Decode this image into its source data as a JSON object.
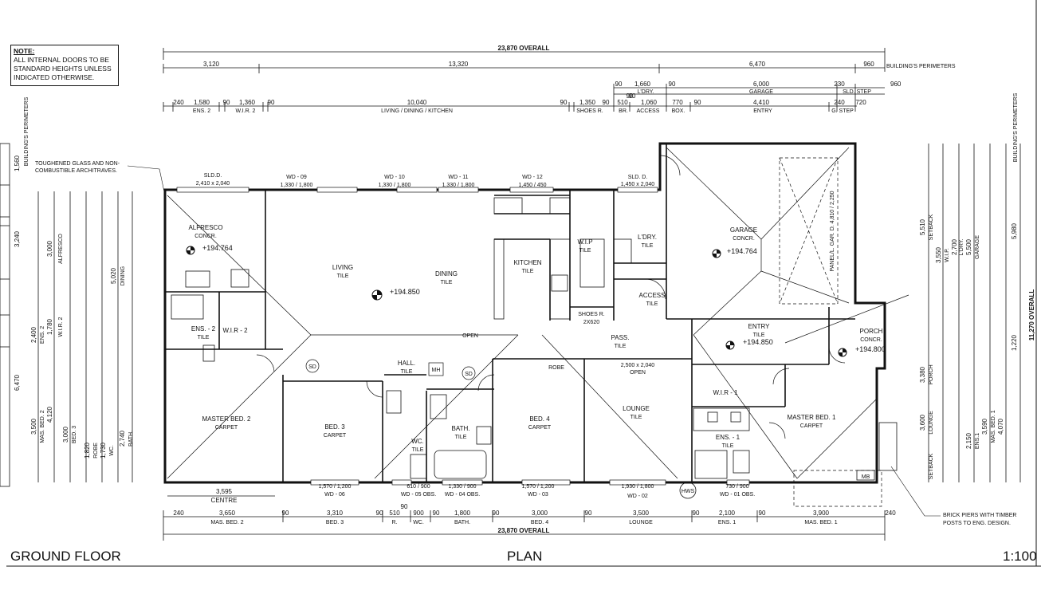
{
  "note": {
    "heading": "NOTE:",
    "lines": [
      "ALL INTERNAL DOORS TO BE",
      "STANDARD HEIGHTS UNLESS",
      "INDICATED OTHERWISE."
    ]
  },
  "title_block": {
    "left": "GROUND FLOOR",
    "center": "PLAN",
    "right": "1:100"
  },
  "top_dims": {
    "overall": "23,870 OVERALL",
    "row1": [
      "3,120",
      "13,320",
      "6,470",
      "960"
    ],
    "row1_tail": "BUILDING'S PERIMETERS",
    "row2": [
      "90",
      "1,660",
      "90",
      "6,000",
      "230",
      "960"
    ],
    "row2_sub": [
      "L'DRY.",
      "90",
      "GARAGE",
      "SLD. STEP"
    ],
    "row3": [
      "240",
      "1,580",
      "90",
      "1,360",
      "90",
      "10,040",
      "90",
      "1,350",
      "90",
      "510",
      "90",
      "1,060",
      "770",
      "90",
      "4,410",
      "240",
      "720"
    ],
    "row3_sub": [
      "ENS. 2",
      "W.I.R. 2",
      "LIVING / DINING / KITCHEN",
      "SHOES R.",
      "BR.",
      "ACCESS",
      "BOX.",
      "ENTRY",
      "G. STEP"
    ]
  },
  "bottom_dims": {
    "overall": "23,870 OVERALL",
    "values": [
      "240",
      "3,650",
      "90",
      "3,310",
      "90",
      "510",
      "90",
      "900",
      "90",
      "1,800",
      "90",
      "3,000",
      "90",
      "3,500",
      "90",
      "2,100",
      "90",
      "3,900",
      "240"
    ],
    "labels": [
      "MAS. BED. 2",
      "BED. 3",
      "R.",
      "WC.",
      "BATH.",
      "BED. 4",
      "LOUNGE",
      "ENS. 1",
      "MAS. BED. 1"
    ]
  },
  "rooms": [
    {
      "name": "ALFRESCO",
      "finish": "CONCR."
    },
    {
      "name": "LIVING",
      "finish": "TILE"
    },
    {
      "name": "DINING",
      "finish": "TILE"
    },
    {
      "name": "KITCHEN",
      "finish": "TILE"
    },
    {
      "name": "W.I.P",
      "finish": "TILE"
    },
    {
      "name": "L'DRY.",
      "finish": "TILE"
    },
    {
      "name": "GARAGE",
      "finish": "CONCR."
    },
    {
      "name": "ACCESS",
      "finish": "TILE"
    },
    {
      "name": "ENS. - 2",
      "finish": "TILE"
    },
    {
      "name": "W.I.R - 2",
      "finish": ""
    },
    {
      "name": "HALL.",
      "finish": "TILE"
    },
    {
      "name": "PASS.",
      "finish": "TILE"
    },
    {
      "name": "ENTRY",
      "finish": "TILE"
    },
    {
      "name": "PORCH",
      "finish": "CONCR."
    },
    {
      "name": "MASTER BED. 2",
      "finish": "CARPET"
    },
    {
      "name": "BED. 3",
      "finish": "CARPET"
    },
    {
      "name": "BATH.",
      "finish": "TILE"
    },
    {
      "name": "WC.",
      "finish": "TILE"
    },
    {
      "name": "BED. 4",
      "finish": "CARPET"
    },
    {
      "name": "LOUNGE",
      "finish": "TILE"
    },
    {
      "name": "W.I.R - 1",
      "finish": ""
    },
    {
      "name": "ENS. - 1",
      "finish": "TILE"
    },
    {
      "name": "MASTER BED. 1",
      "finish": "CARPET"
    }
  ],
  "levels": [
    "+194.764",
    "+194.850",
    "+194.764",
    "+194.850",
    "+194.800"
  ],
  "windows": [
    {
      "label": "SLD.D.",
      "size": "2,410 x 2,040"
    },
    {
      "label": "WD - 09",
      "size": "1,330 / 1,800"
    },
    {
      "label": "WD - 10",
      "size": "1,330 / 1,800"
    },
    {
      "label": "WD - 11",
      "size": "1,330 / 1,800"
    },
    {
      "label": "WD - 12",
      "size": "1,450 / 450"
    },
    {
      "label": "SLD. D.",
      "size": "1,450 x 2,040"
    },
    {
      "label": "WD - 06",
      "size": "1,570 / 1,200"
    },
    {
      "label": "WD - 05 OBS.",
      "size": "610 / 900"
    },
    {
      "label": "WD - 04 OBS.",
      "size": "1,330 / 900"
    },
    {
      "label": "WD - 03",
      "size": "1,570 / 1,200"
    },
    {
      "label": "WD - 02",
      "size": "1,930 / 1,800"
    },
    {
      "label": "WD - 01 OBS.",
      "size": "730 / 900"
    }
  ],
  "annotations": {
    "glass": [
      "TOUGHENED GLASS AND NON-",
      "COMBUSTIBLE ARCHITRAVES."
    ],
    "piers": [
      "BRICK PIERS WITH TIMBER",
      "POSTS TO ENG. DESIGN."
    ],
    "centre": "3,595",
    "centre_label": "CENTRE",
    "hws": "HWS",
    "mb": "MB",
    "mh": "MH",
    "sd": "SD",
    "shoes": [
      "SHOES R.",
      "2X620"
    ],
    "open": "OPEN",
    "lounge_open": "2,500 x 2,040",
    "robe": "ROBE",
    "garage_door": "PANEL/L. GAR. D. 4,810 / 2,250"
  },
  "right_dims": {
    "overall": "11,270 OVERALL",
    "values": [
      "5,510",
      "5,980",
      "3,550",
      "2,700",
      "5,500",
      "1,220",
      "3,380",
      "3,600",
      "2,150",
      "3,590",
      "4,070"
    ],
    "labels": [
      "SETBACK",
      "W.I.P.",
      "L'DRY.",
      "GARAGE",
      "PORCH",
      "LOUNGE",
      "ENS.1",
      "MAS. BED. 1",
      "SETBACK"
    ],
    "perimeter": "BUILDING'S PERIMETERS"
  },
  "left_dims": {
    "values": [
      "1,560",
      "3,240",
      "3,000",
      "5,020",
      "2,400",
      "1,780",
      "6,470",
      "4,120",
      "3,500",
      "3,000",
      "1,820",
      "1,730",
      "2,740"
    ],
    "labels": [
      "ALFRESCO",
      "DINING",
      "ENS. 2",
      "W.I.R. 2",
      "MAS. BED. 2",
      "BED. 3",
      "ROBE",
      "WC.",
      "BATH."
    ],
    "perimeter": "BUILDING'S PERIMETERS"
  }
}
